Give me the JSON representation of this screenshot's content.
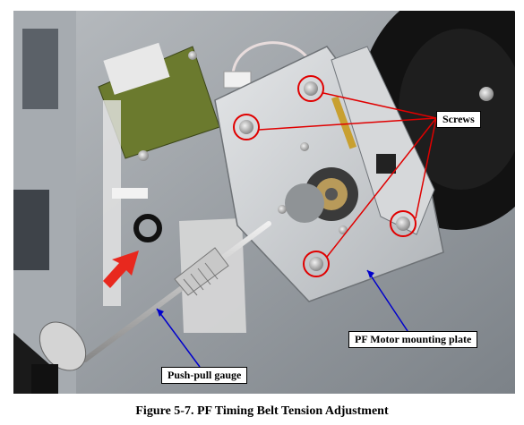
{
  "figure": {
    "caption": "Figure 5-7.  PF Timing Belt Tension Adjustment"
  },
  "callouts": {
    "screws": "Screws",
    "pf_motor_plate": "PF Motor mounting plate",
    "push_pull_gauge": "Push-pull gauge"
  },
  "colors": {
    "screw_circle": "#e00000",
    "pointer_red": "#e00000",
    "pointer_blue": "#0000cc",
    "arrow_fill": "#e8281e"
  }
}
